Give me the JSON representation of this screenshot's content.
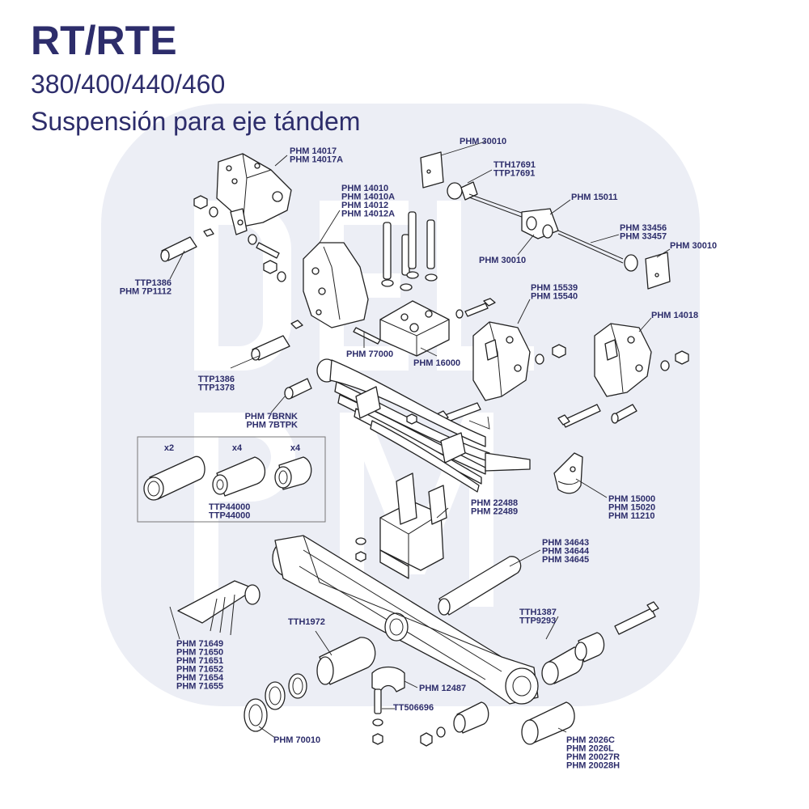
{
  "title": {
    "model": "RT/RTE",
    "variants": "380/400/440/460",
    "subtitle": "Suspensión para eje tándem"
  },
  "watermark": {
    "letters_1": "DEL",
    "letters_2": "PM",
    "color": "#e9eaf3"
  },
  "colors": {
    "text": "#2d2d6b",
    "line": "#222222"
  },
  "labels": {
    "phm14017": [
      "PHM 14017",
      "PHM 14017A"
    ],
    "phm30010_top": [
      "PHM 30010"
    ],
    "tth17691": [
      "TTH17691",
      "TTP17691"
    ],
    "phm15011": [
      "PHM 15011"
    ],
    "phm33456": [
      "PHM 33456",
      "PHM 33457"
    ],
    "phm30010_right": [
      "PHM 30010"
    ],
    "phm30010_mid": [
      "PHM 30010"
    ],
    "phm14010": [
      "PHM 14010",
      "PHM 14010A",
      "PHM 14012",
      "PHM 14012A"
    ],
    "ttp1386_top": [
      "TTP1386",
      "PHM 7P1112"
    ],
    "phm15539": [
      "PHM 15539",
      "PHM 15540"
    ],
    "phm14018": [
      "PHM 14018"
    ],
    "phm77000": [
      "PHM 77000"
    ],
    "phm16000": [
      "PHM 16000"
    ],
    "ttp1386_mid": [
      "TTP1386",
      "TTP1378"
    ],
    "phm7brnk": [
      "PHM 7BRNK",
      "PHM 7BTPK"
    ],
    "qty": [
      "x2",
      "x4",
      "x4"
    ],
    "ttp44000": [
      "TTP44000",
      "TTP44000"
    ],
    "phm22488": [
      "PHM 22488",
      "PHM 22489"
    ],
    "phm15000": [
      "PHM 15000",
      "PHM 15020",
      "PHM 11210"
    ],
    "phm34643": [
      "PHM 34643",
      "PHM 34644",
      "PHM 34645"
    ],
    "tth1387": [
      "TTH1387",
      "TTP9293"
    ],
    "phm71649": [
      "PHM 71649",
      "PHM 71650",
      "PHM 71651",
      "PHM 71652",
      "PHM 71654",
      "PHM 71655"
    ],
    "tth1972": [
      "TTH1972"
    ],
    "phm12487": [
      "PHM 12487"
    ],
    "tt506696": [
      "TT506696"
    ],
    "phm70010": [
      "PHM 70010"
    ],
    "phm2026c": [
      "PHM 2026C",
      "PHM 2026L",
      "PHM 20027R",
      "PHM 20028H"
    ]
  }
}
